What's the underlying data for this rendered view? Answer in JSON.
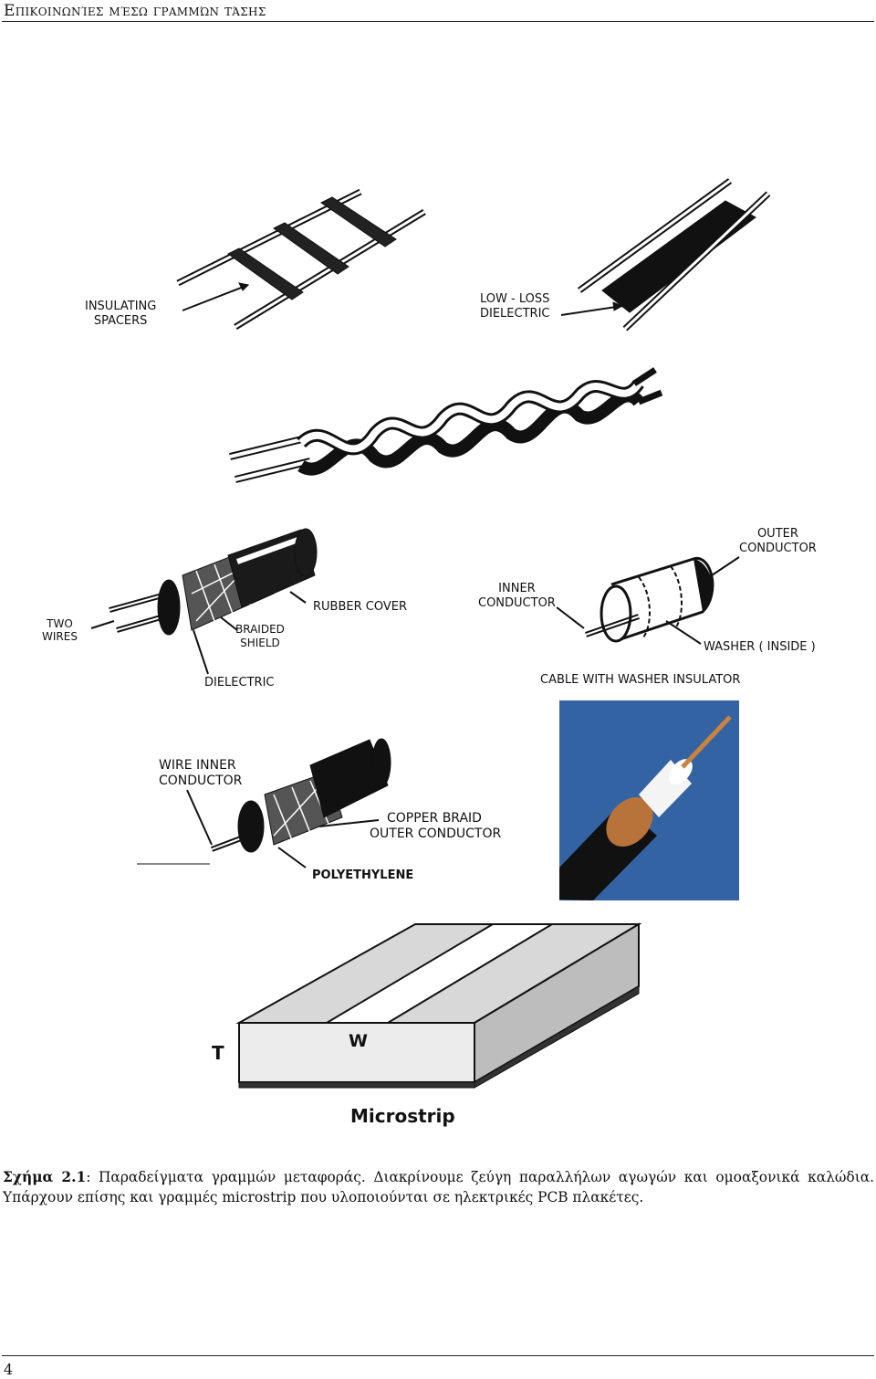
{
  "header": {
    "running_title": "Επικοινωνίες μέσω γραμμών τάσης"
  },
  "figure": {
    "labels": {
      "insulating_spacers": [
        "INSULATING",
        "SPACERS"
      ],
      "low_loss_dielectric": [
        "LOW - LOSS",
        "DIELECTRIC"
      ],
      "outer_conductor": [
        "OUTER",
        "CONDUCTOR"
      ],
      "inner_conductor": [
        "INNER",
        "CONDUCTOR"
      ],
      "two_wires": [
        "TWO",
        "WIRES"
      ],
      "braided_shield": [
        "BRAIDED",
        "SHIELD"
      ],
      "rubber_cover": "RUBBER COVER",
      "dielectric": "DIELECTRIC",
      "washer_inside": "WASHER ( INSIDE )",
      "cable_with_washer": "CABLE WITH WASHER INSULATOR",
      "wire_inner_conductor": [
        "WIRE INNER",
        "CONDUCTOR"
      ],
      "copper_braid": [
        "COPPER BRAID",
        "OUTER CONDUCTOR"
      ],
      "polyethylene": "POLYETHYLENE",
      "microstrip_t": "T",
      "microstrip_w": "W",
      "microstrip_title": "Microstrip"
    }
  },
  "caption": {
    "label": "Σχήμα 2.1",
    "text": ": Παραδείγματα γραμμών μεταφοράς. Διακρίνουμε ζεύγη παραλλήλων αγωγών και ομοαξονικά καλώδια. Υπάρχουν επίσης και γραμμές microstrip που υλοποιούνται σε ηλεκτρικές PCB πλακέτες."
  },
  "footer": {
    "page_number": "4"
  }
}
